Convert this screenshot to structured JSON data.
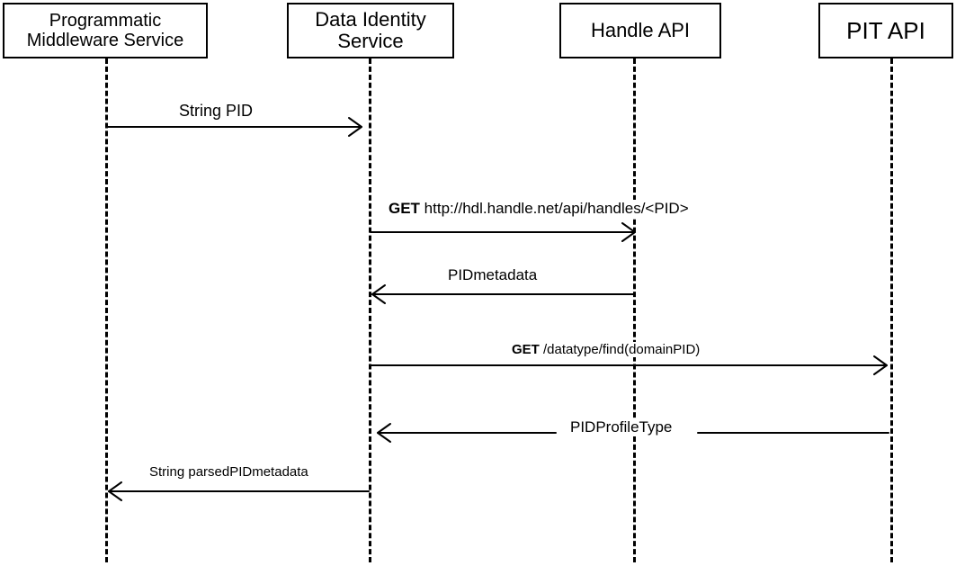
{
  "actors": [
    {
      "label": "Programmatic\nMiddleware Service"
    },
    {
      "label": "Data Identity\nService"
    },
    {
      "label": "Handle API"
    },
    {
      "label": "PIT API"
    }
  ],
  "messages": [
    {
      "method": "",
      "text": "String PID"
    },
    {
      "method": "GET",
      "text": " http://hdl.handle.net/api/handles/<PID>"
    },
    {
      "method": "",
      "text": "PIDmetadata"
    },
    {
      "method": "GET",
      "text": " /datatype/find(domainPID)"
    },
    {
      "method": "",
      "text": "PIDProfileType"
    },
    {
      "method": "",
      "text": "String parsedPIDmetadata"
    }
  ]
}
